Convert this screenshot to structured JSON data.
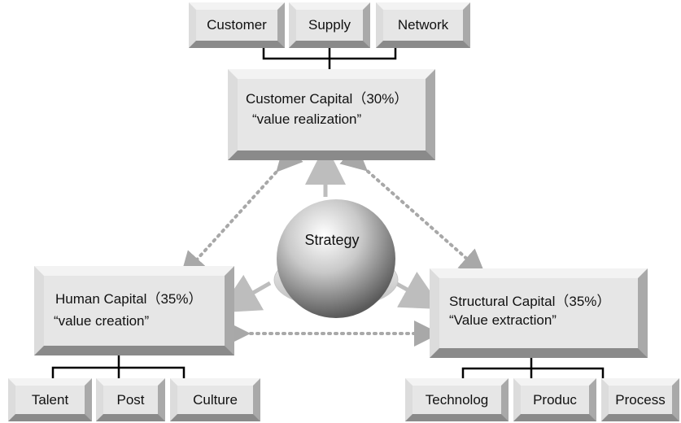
{
  "top_row": [
    "Customer",
    "Supply",
    "Network"
  ],
  "customer_capital": {
    "line1": "Customer Capital（30%）",
    "line2": "“value realization”"
  },
  "human_capital": {
    "line1": "Human Capital（35%）",
    "line2": "“value creation”"
  },
  "structural_capital": {
    "line1": "Structural Capital（35%）",
    "line2": "“Value extraction”"
  },
  "strategy_label": "Strategy",
  "bottom_left": [
    "Talent",
    "Post",
    "Culture"
  ],
  "bottom_right": [
    "Technolog",
    "Produc",
    "Process"
  ],
  "colors": {
    "box_fill": "#e6e6e6",
    "arrow_gray": "#bdbdbd",
    "dotted": "#a8a8a8",
    "connector": "#000000"
  }
}
